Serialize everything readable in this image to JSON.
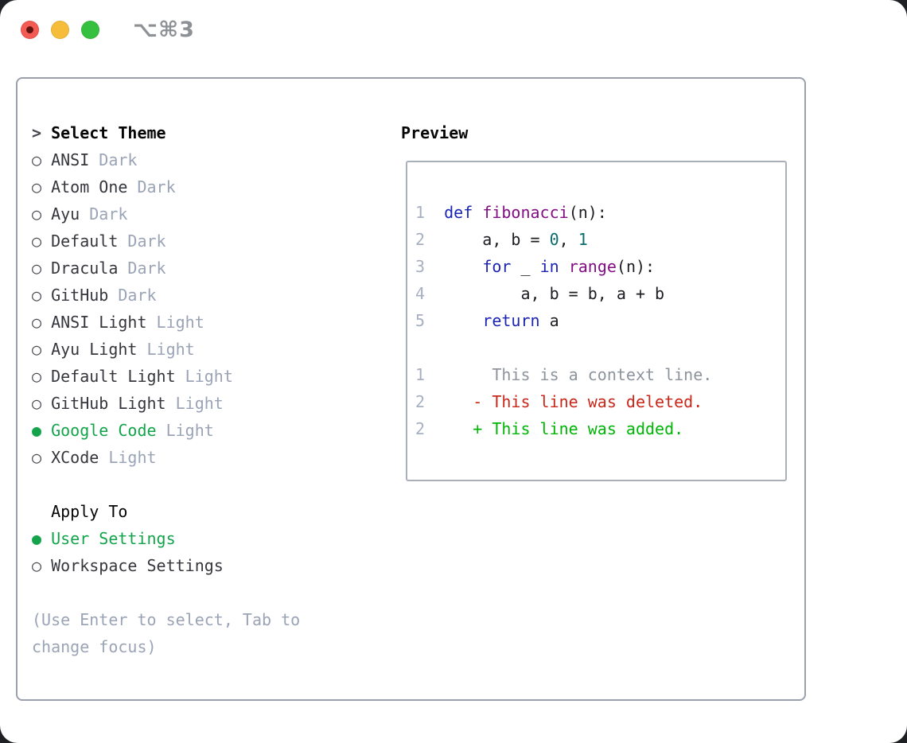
{
  "colors": {
    "accent_green": "#13a44b",
    "list_text": "#36373d",
    "muted_gray": "#9aa4b6",
    "code_keyword_blue": "#1c25b3",
    "code_title_purple": "#830d83",
    "code_number_teal": "#0a6c6c",
    "diff_deleted_red": "#c9271a",
    "diff_added_green": "#00b506",
    "traffic_red": "#f35b53",
    "traffic_yellow": "#f6bd3a",
    "traffic_green": "#35c13f"
  },
  "titlebar": {
    "shortcut": "⌥⌘3",
    "traffic_lights": [
      "close",
      "minimize",
      "zoom"
    ]
  },
  "theme_picker": {
    "title": "Select Theme",
    "title_marker": ">",
    "unselected_marker": "○",
    "selected_marker": "●",
    "items": [
      {
        "name": "ANSI",
        "variant": "Dark",
        "selected": false
      },
      {
        "name": "Atom One",
        "variant": "Dark",
        "selected": false
      },
      {
        "name": "Ayu",
        "variant": "Dark",
        "selected": false
      },
      {
        "name": "Default",
        "variant": "Dark",
        "selected": false
      },
      {
        "name": "Dracula",
        "variant": "Dark",
        "selected": false
      },
      {
        "name": "GitHub",
        "variant": "Dark",
        "selected": false
      },
      {
        "name": "ANSI Light",
        "variant": "Light",
        "selected": false
      },
      {
        "name": "Ayu Light",
        "variant": "Light",
        "selected": false
      },
      {
        "name": "Default Light",
        "variant": "Light",
        "selected": false
      },
      {
        "name": "GitHub Light",
        "variant": "Light",
        "selected": false
      },
      {
        "name": "Google Code",
        "variant": "Light",
        "selected": true
      },
      {
        "name": "XCode",
        "variant": "Light",
        "selected": false
      }
    ],
    "apply_to": {
      "title": "Apply To",
      "options": [
        {
          "label": "User Settings",
          "selected": true
        },
        {
          "label": "Workspace Settings",
          "selected": false
        }
      ]
    },
    "hint": "(Use Enter to select, Tab to change focus)"
  },
  "preview": {
    "title": "Preview",
    "code_lines": [
      {
        "segs": [
          [
            "1",
            "lineno"
          ],
          [
            "  ",
            "plain"
          ],
          [
            "def",
            "kw"
          ],
          [
            " ",
            "plain"
          ],
          [
            "fibonacci",
            "title"
          ],
          [
            "(n):",
            "plain"
          ]
        ]
      },
      {
        "segs": [
          [
            "2",
            "lineno"
          ],
          [
            "  ",
            "plain"
          ],
          [
            "    a, b = ",
            "plain"
          ],
          [
            "0",
            "num"
          ],
          [
            ", ",
            "plain"
          ],
          [
            "1",
            "num"
          ]
        ]
      },
      {
        "segs": [
          [
            "3",
            "lineno"
          ],
          [
            "  ",
            "plain"
          ],
          [
            "    ",
            "plain"
          ],
          [
            "for",
            "kw"
          ],
          [
            " _ ",
            "plain"
          ],
          [
            "in",
            "kw"
          ],
          [
            " ",
            "plain"
          ],
          [
            "range",
            "title"
          ],
          [
            "(n):",
            "plain"
          ]
        ]
      },
      {
        "segs": [
          [
            "4",
            "lineno"
          ],
          [
            "  ",
            "plain"
          ],
          [
            "        a, b = b, a + b",
            "plain"
          ]
        ]
      },
      {
        "segs": [
          [
            "5",
            "lineno"
          ],
          [
            "  ",
            "plain"
          ],
          [
            "    ",
            "plain"
          ],
          [
            "return",
            "kw"
          ],
          [
            " a",
            "plain"
          ]
        ]
      },
      {
        "segs": []
      },
      {
        "segs": [
          [
            "1",
            "lineno"
          ],
          [
            "  ",
            "plain"
          ],
          [
            "     This is a context line.",
            "ctx"
          ]
        ]
      },
      {
        "segs": [
          [
            "2",
            "lineno"
          ],
          [
            "  ",
            "plain"
          ],
          [
            "   - This line was deleted.",
            "del"
          ]
        ]
      },
      {
        "segs": [
          [
            "2",
            "lineno"
          ],
          [
            "  ",
            "plain"
          ],
          [
            "   + This line was added.",
            "add"
          ]
        ]
      }
    ]
  }
}
